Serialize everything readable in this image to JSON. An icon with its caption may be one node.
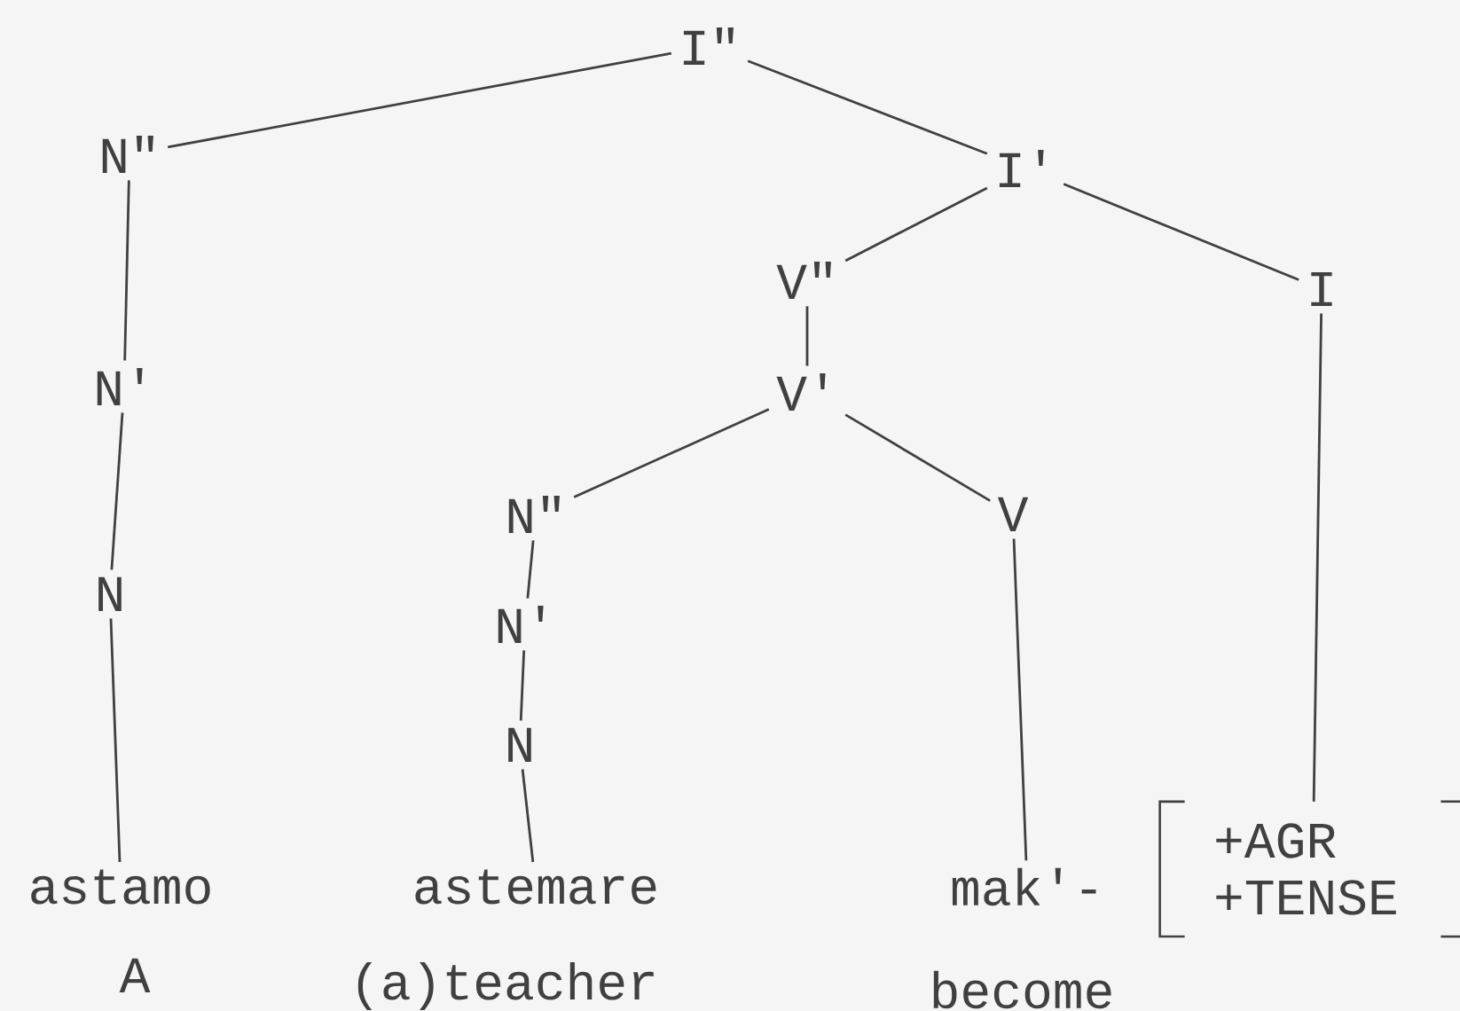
{
  "diagram": {
    "nodes": [
      {
        "text": [
          "I\""
        ]
      },
      {
        "text": [
          "N\""
        ]
      },
      {
        "text": [
          "I'"
        ]
      },
      {
        "text": [
          "N'"
        ]
      },
      {
        "text": [
          "V\""
        ]
      },
      {
        "text": [
          "I"
        ]
      },
      {
        "text": [
          "V'"
        ]
      },
      {
        "text": [
          "N"
        ]
      },
      {
        "text": [
          "N\""
        ]
      },
      {
        "text": [
          "V"
        ]
      },
      {
        "text": [
          "N'"
        ]
      },
      {
        "text": [
          "N"
        ]
      },
      {
        "text": [
          "astamo"
        ],
        "beside": [
          "A"
        ]
      },
      {
        "text": [
          "astemare"
        ],
        "beside": [
          "(a)teacher"
        ]
      },
      {
        "text": [
          "mak'-"
        ],
        "beside": [
          "become"
        ]
      },
      {
        "text": [
          "+AGR +TENSE"
        ]
      }
    ],
    "edges": [
      {
        "from": 0,
        "to": 1,
        "arrow": "none"
      },
      {
        "from": 0,
        "to": 2,
        "arrow": "none"
      },
      {
        "from": 1,
        "to": 3,
        "arrow": "none"
      },
      {
        "from": 3,
        "to": 7,
        "arrow": "none"
      },
      {
        "from": 7,
        "to": 12,
        "arrow": "none"
      },
      {
        "from": 2,
        "to": 4,
        "arrow": "none"
      },
      {
        "from": 2,
        "to": 5,
        "arrow": "none"
      },
      {
        "from": 4,
        "to": 6,
        "arrow": "none"
      },
      {
        "from": 6,
        "to": 8,
        "arrow": "none"
      },
      {
        "from": 6,
        "to": 9,
        "arrow": "none"
      },
      {
        "from": 8,
        "to": 10,
        "arrow": "none"
      },
      {
        "from": 10,
        "to": 11,
        "arrow": "none"
      },
      {
        "from": 11,
        "to": 13,
        "arrow": "none"
      },
      {
        "from": 9,
        "to": 14,
        "arrow": "none"
      },
      {
        "from": 5,
        "to": 15,
        "arrow": "none"
      }
    ]
  }
}
